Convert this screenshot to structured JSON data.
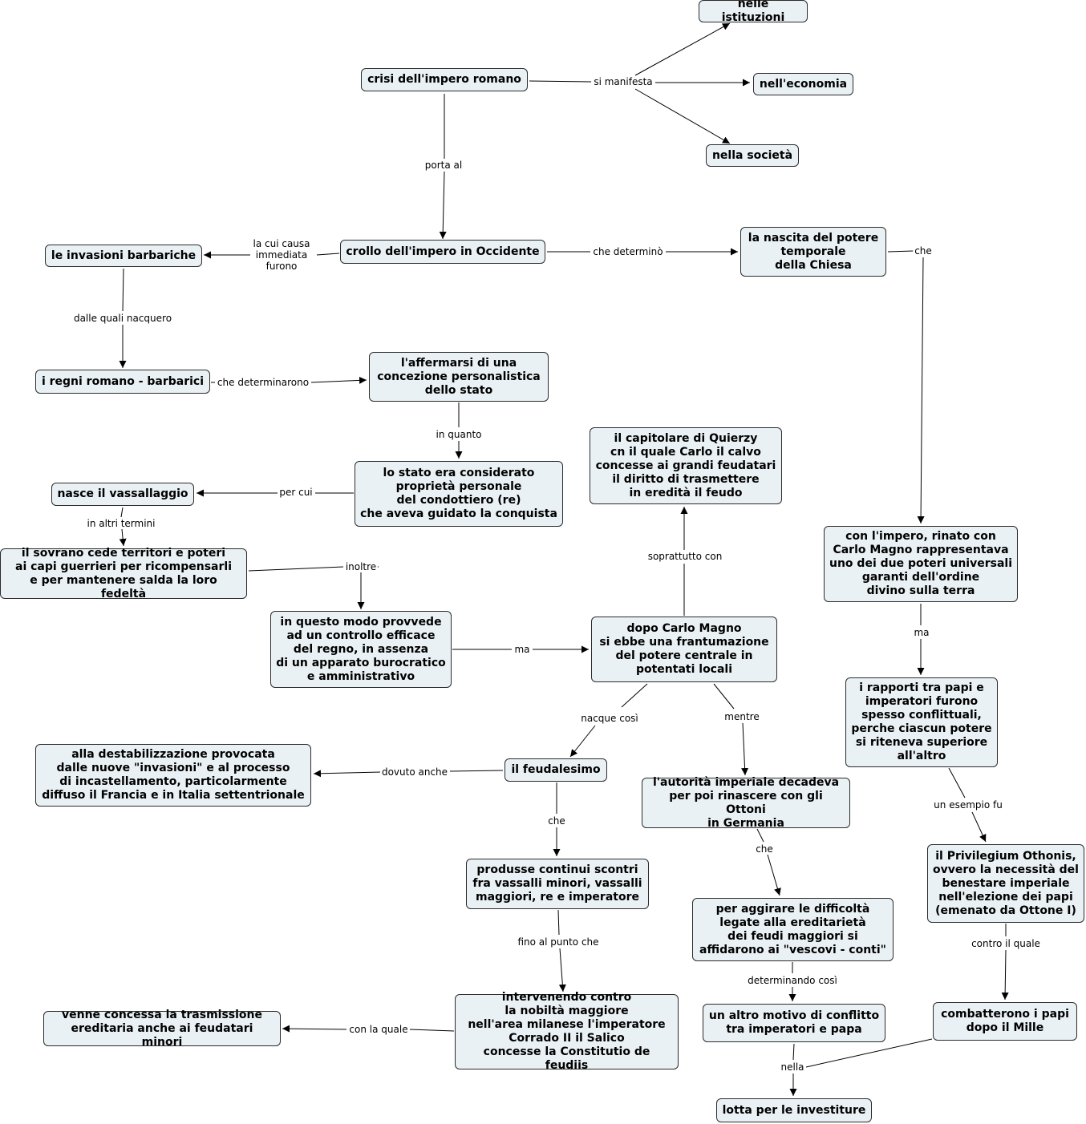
{
  "colors": {
    "node_fill": "#eaf1f4",
    "node_border": "#2b2b2b",
    "edge": "#000000",
    "background": "#ffffff"
  },
  "nodes": {
    "crisi": "crisi dell'impero romano",
    "istituzioni": "nelle istituzioni",
    "economia": "nell'economia",
    "societa": "nella società",
    "crollo": "crollo dell'impero in Occidente",
    "invasioni": "le invasioni barbariche",
    "nascita": "la nascita del potere\ntemporale\ndella Chiesa",
    "regni": "i regni romano - barbarici",
    "affermarsi": "l'affermarsi di una\nconcezione personalistica\ndello stato",
    "capitolare": "il capitolare di Quierzy\ncn il quale Carlo il calvo\nconcesse ai grandi feudatari\nil diritto di trasmettere\nin eredità il feudo",
    "stato": "lo stato era considerato\nproprietà personale\ndel condottiero (re)\nche aveva guidato la conquista",
    "vassallaggio": "nasce il vassallaggio",
    "impero": "con l'impero, rinato con\nCarlo Magno rappresentava\nuno dei due poteri universali\ngaranti dell'ordine\ndivino sulla terra",
    "sovrano": "il sovrano cede territori e poteri\nai capi guerrieri per ricompensarli\ne per mantenere salda la loro fedeltà",
    "questo_modo": "in questo modo provvede\nad un controllo efficace\ndel regno, in assenza\ndi un apparato burocratico\ne amministrativo",
    "dopo_carlo": "dopo Carlo Magno\nsi ebbe una frantumazione\ndel potere centrale in\npotentati locali",
    "rapporti": "i rapporti tra papi e\nimperatori furono\nspesso conflittuali,\nperche ciascun potere\nsi riteneva superiore\nall'altro",
    "destabilizzazione": "alla destabilizzazione provocata\ndalle nuove \"invasioni\" e al processo\ndi incastellamento, particolarmente\ndiffuso il Francia e in Italia settentrionale",
    "feudalesimo": "il feudalesimo",
    "autorita": "l'autorità imperiale decadeva\nper poi rinascere con gli Ottoni\nin Germania",
    "privilegium": "il Privilegium Othonis,\novvero la necessità del\nbenestare imperiale\nnell'elezione dei papi\n(emenato da Ottone I)",
    "produsse": "produsse continui scontri\nfra vassalli minori, vassalli\nmaggiori, re e imperatore",
    "aggirare": "per aggirare le difficoltà\nlegate alla ereditarietà\ndei feudi maggiori si\naffidarono ai \"vescovi - conti\"",
    "intervenendo": "intervenendo contro\nla nobiltà maggiore\nnell'area milanese l'imperatore\nCorrado II il Salico\nconcesse la Constitutio de feudiis",
    "venne": "venne concessa la trasmissione\nereditaria anche ai feudatari minori",
    "altro_motivo": "un altro motivo di conflitto\ntra imperatori e papa",
    "combatterono": "combatterono i papi\ndopo il Mille",
    "lotta": "lotta per le investiture"
  },
  "links": {
    "si_manifesta": "si manifesta",
    "porta_al": "porta al",
    "cui_causa": "la cui causa\nimmediata\nfurono",
    "che_determino": "che determinò",
    "che": "che",
    "dalle_quali": "dalle quali nacquero",
    "che_determinarono": "che determinarono",
    "in_quanto": "in quanto",
    "per_cui": "per cui",
    "in_altri_termini": "in altri termini",
    "inoltre": "inoltre",
    "ma_1": "ma",
    "soprattutto_con": "soprattutto con",
    "ma_2": "ma",
    "nacque_cosi": "nacque così",
    "mentre": "mentre",
    "dovuto_anche": "dovuto anche",
    "un_esempio_fu": "un esempio fu",
    "che_feud": "che",
    "che_aut": "che",
    "fino_al_punto": "fino al punto che",
    "determinando_cosi": "determinando così",
    "contro_il_quale": "contro il quale",
    "con_la_quale": "con la quale",
    "nella": "nella"
  }
}
